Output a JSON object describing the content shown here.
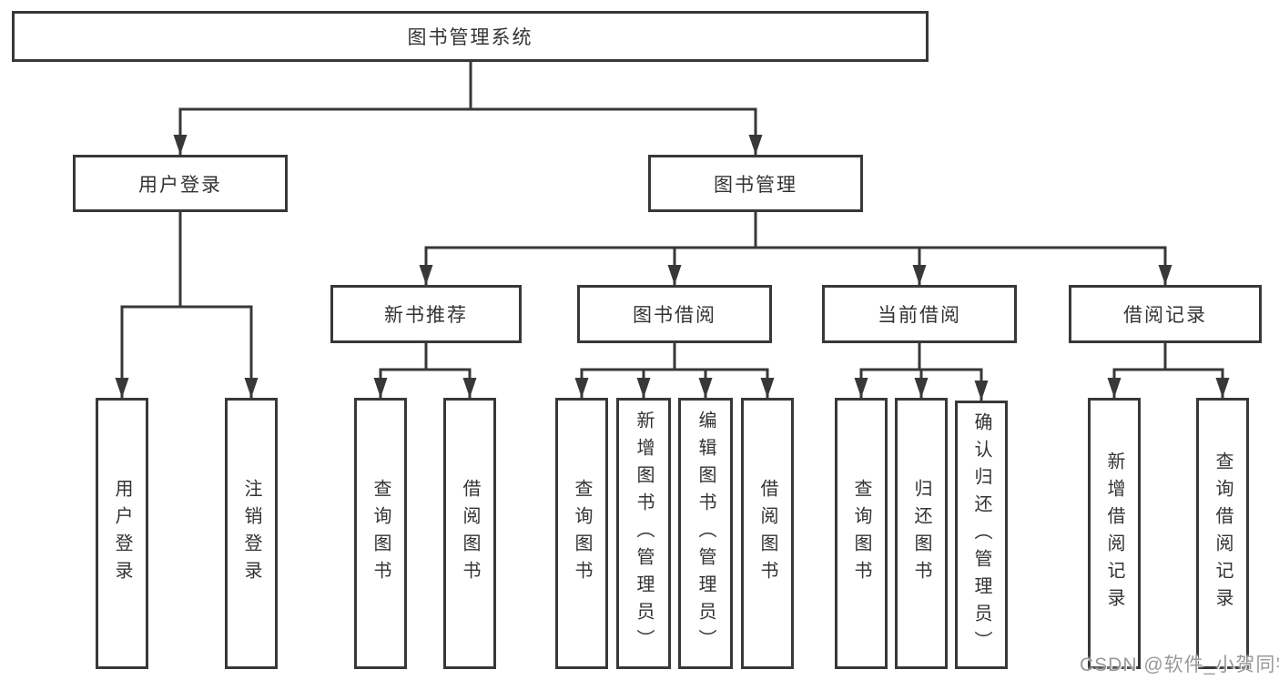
{
  "tree": {
    "label": "图书管理系统",
    "children": [
      {
        "label": "用户登录",
        "children": [
          {
            "label": "用户登录"
          },
          {
            "label": "注销登录"
          }
        ]
      },
      {
        "label": "图书管理",
        "children": [
          {
            "label": "新书推荐",
            "children": [
              {
                "label": "查询图书"
              },
              {
                "label": "借阅图书"
              }
            ]
          },
          {
            "label": "图书借阅",
            "children": [
              {
                "label": "查询图书"
              },
              {
                "label": "新增图书（管理员）"
              },
              {
                "label": "编辑图书（管理员）"
              },
              {
                "label": "借阅图书"
              }
            ]
          },
          {
            "label": "当前借阅",
            "children": [
              {
                "label": "查询图书"
              },
              {
                "label": "归还图书"
              },
              {
                "label": "确认归还（管理员）"
              }
            ]
          },
          {
            "label": "借阅记录",
            "children": [
              {
                "label": "新增借阅记录"
              },
              {
                "label": "查询借阅记录"
              }
            ]
          }
        ]
      }
    ]
  },
  "watermark": "CSDN @软件_小贺同学",
  "colors": {
    "line": "#383838",
    "text": "#333333",
    "background": "#ffffff",
    "watermark": "#949494"
  }
}
